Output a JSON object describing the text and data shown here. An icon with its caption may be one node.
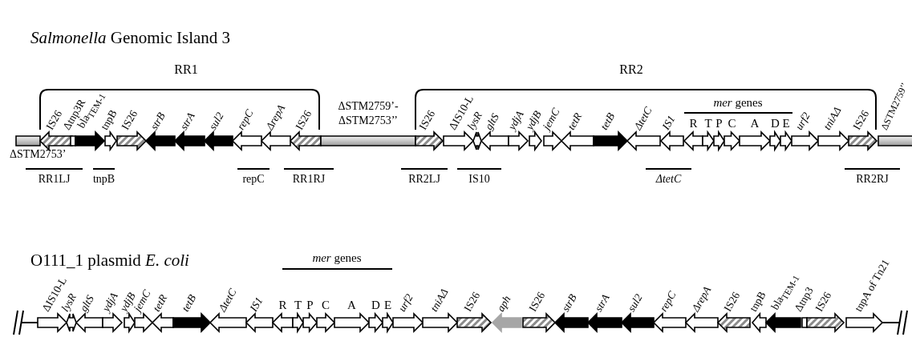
{
  "diagram": {
    "title": "*Salmonella* Genomic Island 3",
    "nodes": [
      {
        "text": [
          "ΔSTM2753’"
        ]
      },
      {
        "text": [
          "IS26"
        ]
      },
      {
        "text": [
          "Δtnp3R"
        ]
      },
      {
        "text": [
          "bla$_{TEM-1}$"
        ]
      },
      {
        "text": [
          "tnpB"
        ]
      },
      {
        "text": [
          "IS26"
        ]
      },
      {
        "text": [
          "strB"
        ]
      },
      {
        "text": [
          "strA"
        ]
      },
      {
        "text": [
          "sul2"
        ]
      },
      {
        "text": [
          "repC"
        ]
      },
      {
        "text": [
          "ΔrepA"
        ]
      },
      {
        "text": [
          "IS26"
        ]
      },
      {
        "text": [
          "ΔSTM2759’- ΔSTM2753’’"
        ]
      },
      {
        "text": [
          "IS26"
        ]
      },
      {
        "text": [
          "ΔIS10-L"
        ]
      },
      {
        "text": [
          "lysR"
        ]
      },
      {
        "text": [
          "gltS"
        ]
      },
      {
        "text": [
          "ydjA"
        ]
      },
      {
        "text": [
          "ydjB"
        ]
      },
      {
        "text": [
          "jemC"
        ]
      },
      {
        "text": [
          "tetR"
        ]
      },
      {
        "text": [
          "tetB"
        ]
      },
      {
        "text": [
          "ΔtetC"
        ]
      },
      {
        "text": [
          "IS1"
        ]
      },
      {
        "text": [
          "R"
        ]
      },
      {
        "text": [
          "T"
        ]
      },
      {
        "text": [
          "P"
        ]
      },
      {
        "text": [
          "C"
        ]
      },
      {
        "text": [
          "A"
        ]
      },
      {
        "text": [
          "D"
        ]
      },
      {
        "text": [
          "E"
        ]
      },
      {
        "text": [
          "urf2"
        ]
      },
      {
        "text": [
          "tniAΔ"
        ]
      },
      {
        "text": [
          "IS26"
        ]
      },
      {
        "text": [
          "ΔSTM2759’’"
        ]
      },
      {
        "text": [
          "ΔIS10-L"
        ]
      },
      {
        "text": [
          "lysR"
        ]
      },
      {
        "text": [
          "gltS"
        ]
      },
      {
        "text": [
          "ydjA"
        ]
      },
      {
        "text": [
          "ydjB"
        ]
      },
      {
        "text": [
          "jemC"
        ]
      },
      {
        "text": [
          "tetR"
        ]
      },
      {
        "text": [
          "tetB"
        ]
      },
      {
        "text": [
          "ΔtetC"
        ]
      },
      {
        "text": [
          "IS1"
        ]
      },
      {
        "text": [
          "R"
        ]
      },
      {
        "text": [
          "T"
        ]
      },
      {
        "text": [
          "P"
        ]
      },
      {
        "text": [
          "C"
        ]
      },
      {
        "text": [
          "A"
        ]
      },
      {
        "text": [
          "D"
        ]
      },
      {
        "text": [
          "E"
        ]
      },
      {
        "text": [
          "urf2"
        ]
      },
      {
        "text": [
          "tniAΔ"
        ]
      },
      {
        "text": [
          "IS26"
        ]
      },
      {
        "text": [
          "aph"
        ]
      },
      {
        "text": [
          "IS26"
        ]
      },
      {
        "text": [
          "strB"
        ]
      },
      {
        "text": [
          "strA"
        ]
      },
      {
        "text": [
          "sul2"
        ]
      },
      {
        "text": [
          "repC"
        ]
      },
      {
        "text": [
          "ΔrepA"
        ]
      },
      {
        "text": [
          "IS26"
        ]
      },
      {
        "text": [
          "tnpB"
        ]
      },
      {
        "text": [
          "bla$_{TEM-1}$"
        ]
      },
      {
        "text": [
          "Δtnp3"
        ]
      },
      {
        "text": [
          "IS26"
        ]
      },
      {
        "text": [
          "tnpA of Tn21"
        ]
      }
    ],
    "labels": [
      "RR1",
      "RR2",
      "*mer* genes",
      "RR1LJ",
      "tnpB",
      "repC",
      "RR1RJ",
      "RR2LJ",
      "IS10",
      "ΔtetC",
      "RR2RJ",
      "O111_1 plasmid *E. coli*",
      "*mer* genes"
    ]
  }
}
